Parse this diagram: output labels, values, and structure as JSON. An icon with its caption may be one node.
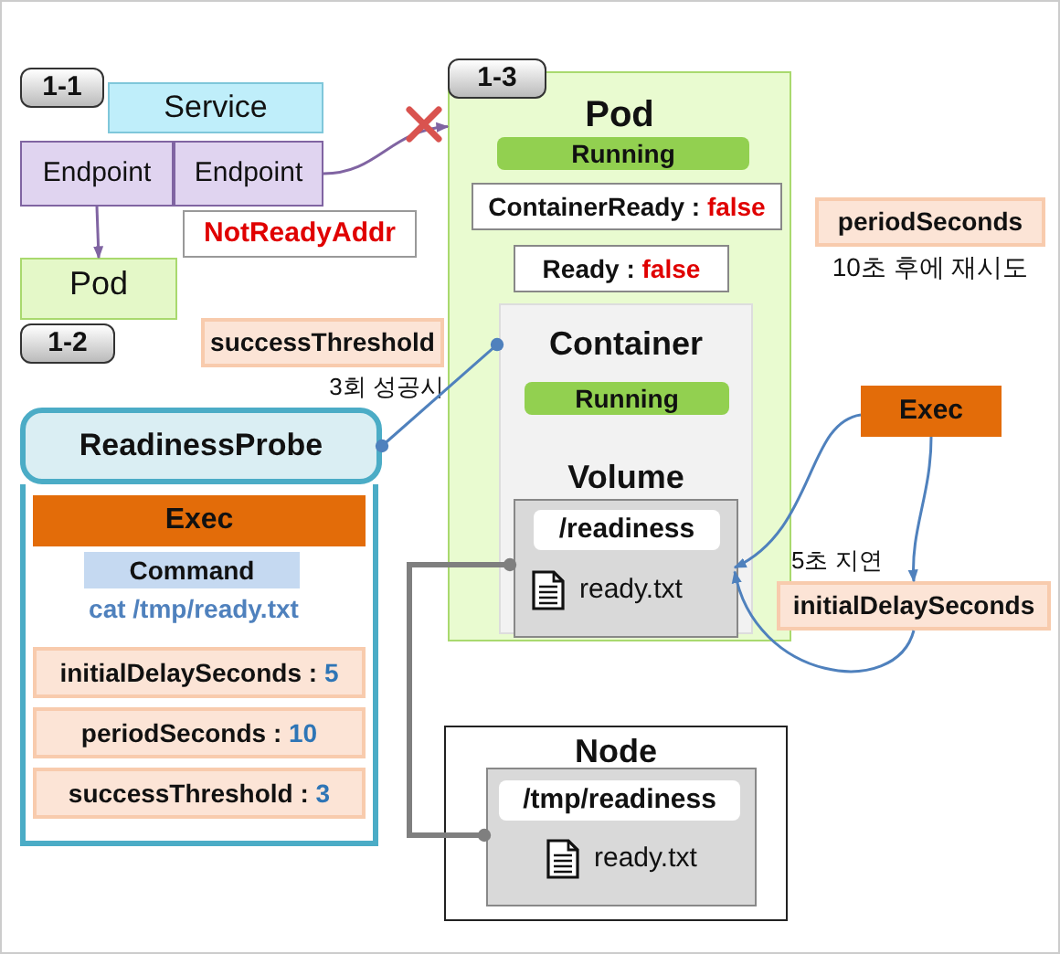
{
  "diagram": {
    "nodes": [
      {
        "text": [
          "1-1"
        ]
      },
      {
        "text": [
          "Service"
        ]
      },
      {
        "text": [
          "Endpoint"
        ]
      },
      {
        "text": [
          "Endpoint"
        ]
      },
      {
        "text": [
          "NotReadyAddr"
        ]
      },
      {
        "text": [
          "Pod"
        ]
      },
      {
        "text": [
          "1-2"
        ]
      },
      {
        "text": [
          "1-3"
        ]
      },
      {
        "text": [
          "Pod"
        ]
      },
      {
        "text": [
          "Running"
        ],
        "in": 8
      },
      {
        "text": [
          "ContainerReady : **false**"
        ],
        "in": 8
      },
      {
        "text": [
          "Ready : **false**"
        ],
        "in": 8
      },
      {
        "text": [
          "Container"
        ],
        "in": 8
      },
      {
        "text": [
          "Running"
        ],
        "in": 12
      },
      {
        "text": [
          "Volume"
        ],
        "in": 12
      },
      {
        "text": [
          "/readiness"
        ],
        "in": 14
      },
      {
        "text": [
          "successThreshold"
        ],
        "beside": [
          "3회 성공시"
        ]
      },
      {
        "text": [
          "ReadinessProbe"
        ]
      },
      {
        "text": [],
        "shape": "box"
      },
      {
        "text": [
          "Exec"
        ],
        "in": 18
      },
      {
        "text": [
          "Command"
        ],
        "in": 18,
        "beside": [
          "cat /tmp/ready.txt"
        ]
      },
      {
        "text": [
          "initialDelaySeconds : **5**"
        ],
        "in": 18
      },
      {
        "text": [
          "periodSeconds : **10**"
        ],
        "in": 18
      },
      {
        "text": [
          "successThreshold : **3**"
        ],
        "in": 18
      },
      {
        "text": [
          "periodSeconds"
        ],
        "beside": [
          "10초 후에 재시도"
        ]
      },
      {
        "text": [
          "Exec"
        ]
      },
      {
        "text": [
          "initialDelaySeconds"
        ],
        "beside": [
          "5초 지연"
        ]
      },
      {
        "text": [
          "Node"
        ]
      },
      {
        "text": [],
        "shape": "box",
        "in": 27
      },
      {
        "text": [
          "/tmp/readiness"
        ],
        "in": 28
      }
    ],
    "edges": [
      {
        "from": 2,
        "to": 5,
        "arrow": "to",
        "color": "#8064a2"
      },
      {
        "from": 3,
        "to": 8,
        "arrow": "to",
        "color": "#8064a2"
      },
      {
        "from": 17,
        "to": 12,
        "arrow": "other"
      },
      {
        "from": 25,
        "to": 14,
        "arrow": "to"
      },
      {
        "from": 25,
        "to": 26,
        "arrow": "to"
      },
      {
        "from": 26,
        "to": 14,
        "arrow": "to"
      },
      {
        "from": 14,
        "to": 28,
        "arrow": "other",
        "color": "#7f7f7f",
        "style": "thick"
      }
    ],
    "labels": [
      "ready.txt",
      "ready.txt"
    ]
  }
}
